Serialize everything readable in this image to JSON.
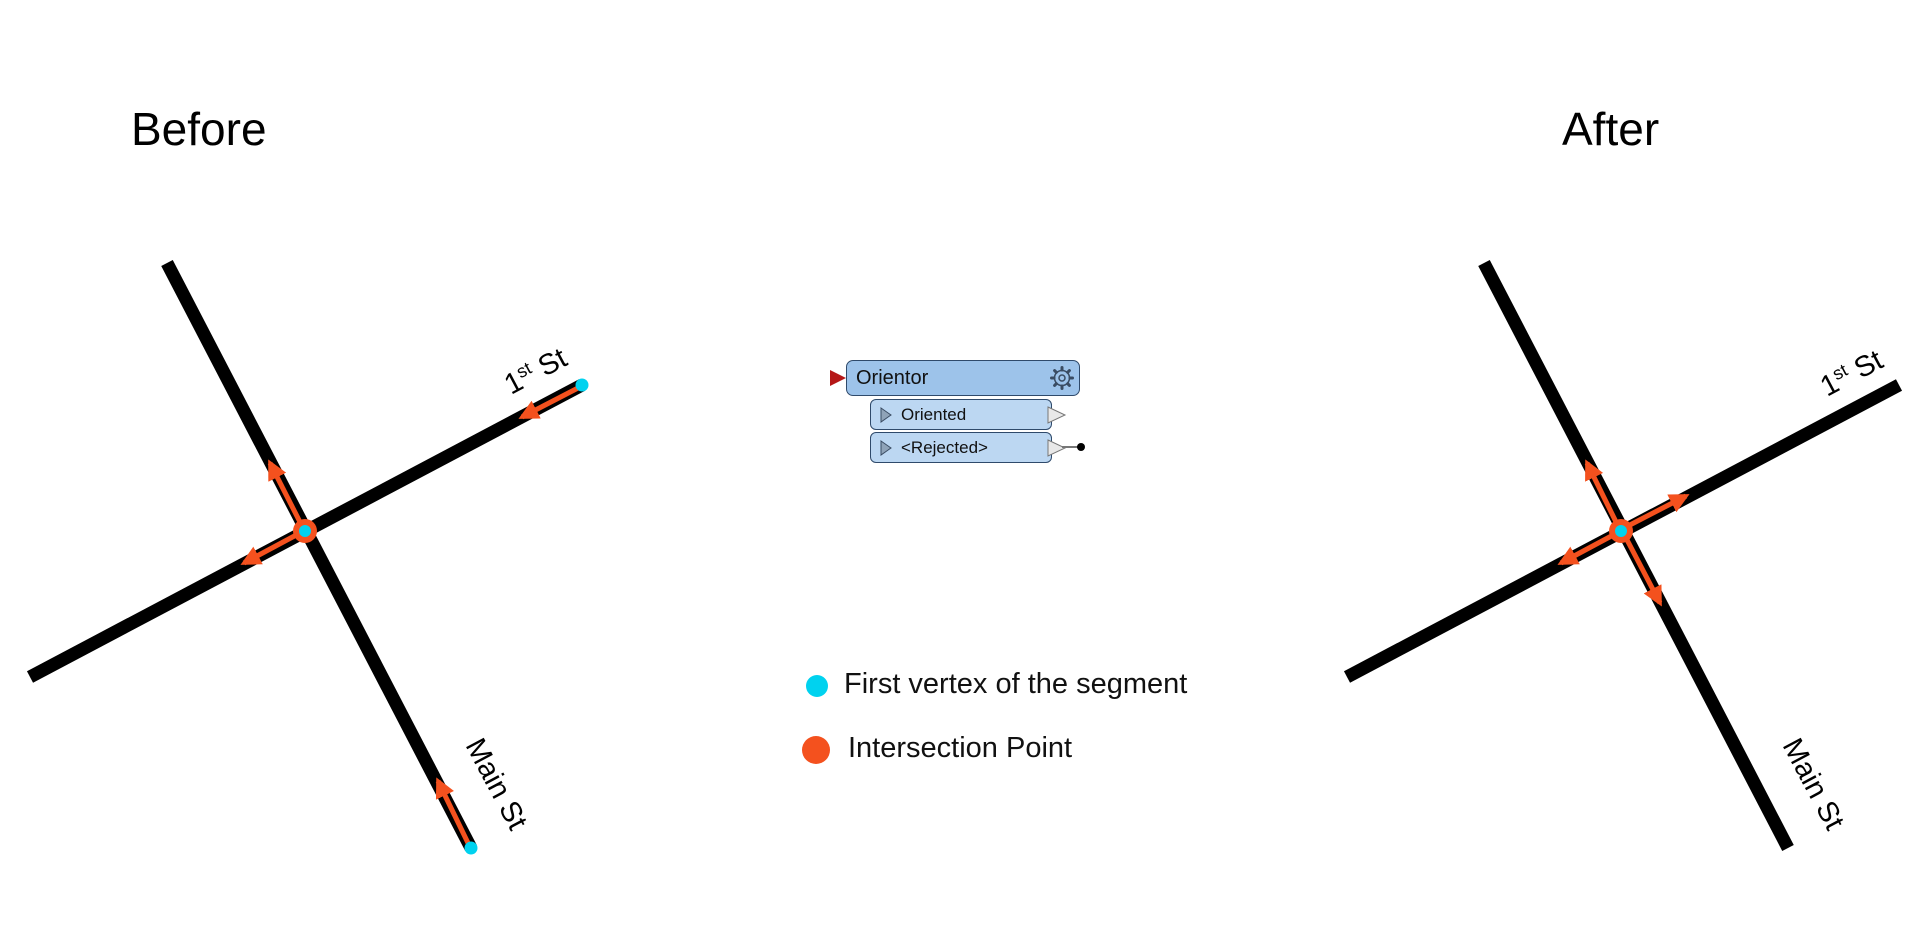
{
  "panels": {
    "before": {
      "title": "Before"
    },
    "after": {
      "title": "After"
    }
  },
  "streets": {
    "first_st": {
      "ordinal": "1",
      "suffix": "st",
      "name": "St"
    },
    "main_st": {
      "name": "Main St"
    }
  },
  "transformer": {
    "name": "Orientor",
    "ports": [
      {
        "label": "Oriented"
      },
      {
        "label": "<Rejected>"
      }
    ]
  },
  "legend": {
    "first_vertex": {
      "label": "First vertex of the segment",
      "color": "#00d2ef"
    },
    "intersection": {
      "label": "Intersection Point",
      "color": "#f4511e"
    }
  },
  "colors": {
    "road": "#000000",
    "arrow": "#f4511e",
    "vertex": "#00d2ef",
    "transformer_fill": "#9dc3ea",
    "port_fill": "#bcd7f2",
    "input_port": "#b51717"
  },
  "icons": {
    "settings": "gear-icon",
    "port_output": "triangle-right-icon",
    "port_input": "triangle-right-icon"
  }
}
